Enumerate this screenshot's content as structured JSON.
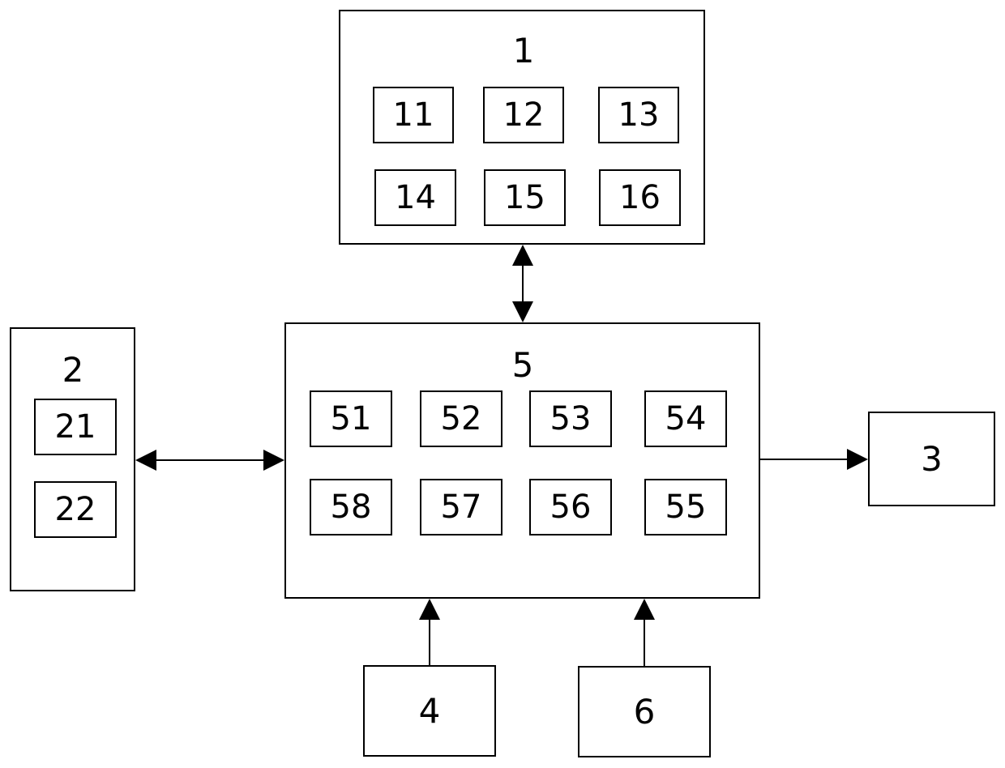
{
  "blocks": {
    "b1": {
      "label": "1",
      "subs": [
        "11",
        "12",
        "13",
        "14",
        "15",
        "16"
      ]
    },
    "b2": {
      "label": "2",
      "subs": [
        "21",
        "22"
      ]
    },
    "b3": {
      "label": "3"
    },
    "b4": {
      "label": "4"
    },
    "b5": {
      "label": "5",
      "subs": [
        "51",
        "52",
        "53",
        "54",
        "58",
        "57",
        "56",
        "55"
      ]
    },
    "b6": {
      "label": "6"
    }
  }
}
